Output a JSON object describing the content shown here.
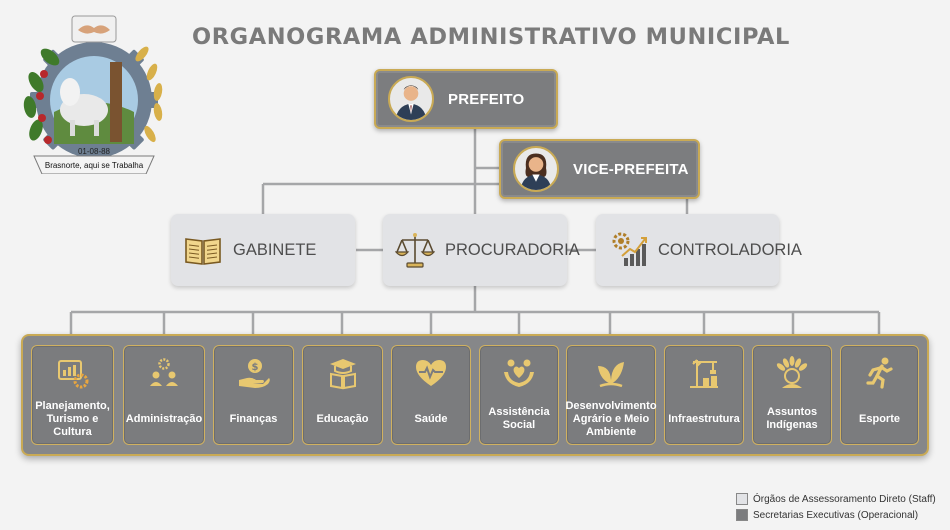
{
  "title": "ORGANOGRAMA ADMINISTRATIVO MUNICIPAL",
  "emblem": {
    "date": "01-08-88",
    "motto": "Brasnorte, aqui se Trabalha"
  },
  "executive": {
    "prefeito": {
      "label": "PREFEITO",
      "icon": "male-person-icon"
    },
    "vice": {
      "label": "VICE-PREFEITA",
      "icon": "female-person-icon"
    }
  },
  "staff": [
    {
      "label": "GABINETE",
      "icon": "book-icon"
    },
    {
      "label": "PROCURADORIA",
      "icon": "scales-icon"
    },
    {
      "label": "CONTROLADORIA",
      "icon": "gear-chart-icon"
    }
  ],
  "secretarias": [
    {
      "label": "Planejamento, Turismo e Cultura",
      "icon": "planning-chart-icon"
    },
    {
      "label": "Administração",
      "icon": "team-gear-icon"
    },
    {
      "label": "Finanças",
      "icon": "money-hand-icon"
    },
    {
      "label": "Educação",
      "icon": "graduation-book-icon"
    },
    {
      "label": "Saúde",
      "icon": "heartbeat-icon"
    },
    {
      "label": "Assistência Social",
      "icon": "helping-hands-icon"
    },
    {
      "label": "Desenvolvimento Agrário e Meio Ambiente",
      "icon": "plant-leaf-icon"
    },
    {
      "label": "Infraestrutura",
      "icon": "crane-icon"
    },
    {
      "label": "Assuntos Indígenas",
      "icon": "indigenous-headdress-icon"
    },
    {
      "label": "Esporte",
      "icon": "runner-icon"
    }
  ],
  "legend": [
    {
      "label": "Órgãos de Assessoramento Direto (Staff)",
      "color": "#e2e3e6"
    },
    {
      "label": "Secretarias Executivas (Operacional)",
      "color": "#7b7c7e"
    }
  ],
  "colors": {
    "gold": "#c9aa55",
    "exec_bg": "#7c7d7f",
    "staff_bg": "#e2e3e6",
    "title": "#7a7a7a",
    "connector": "#a5a6a8"
  }
}
